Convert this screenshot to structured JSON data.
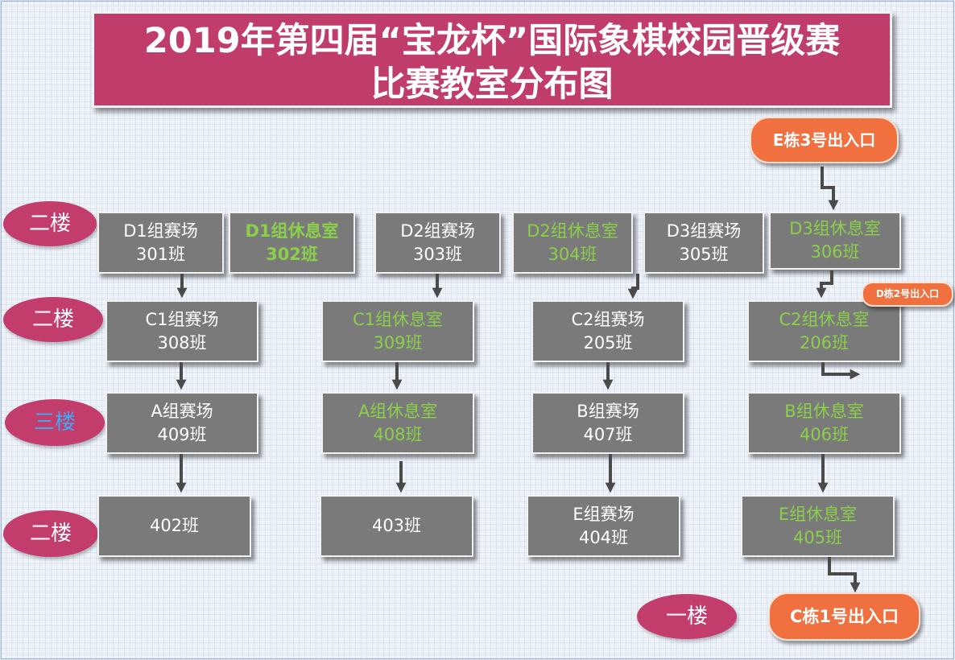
{
  "title": {
    "line1": "2019年第四届“宝龙杯”国际象棋校园晋级赛",
    "line2": "比赛教室分布图"
  },
  "floors": [
    "二楼",
    "二楼",
    "三楼",
    "二楼",
    "一楼"
  ],
  "exits": {
    "e3": "E栋3号出入口",
    "d2": "D栋2号出入口",
    "c1": "C栋1号出入口"
  },
  "rooms": {
    "d1_venue": {
      "name": "D1组赛场",
      "class": "301班"
    },
    "d1_rest": {
      "name": "D1组休息室",
      "class": "302班"
    },
    "d2_venue": {
      "name": "D2组赛场",
      "class": "303班"
    },
    "d2_rest": {
      "name": "D2组休息室",
      "class": "304班"
    },
    "d3_venue": {
      "name": "D3组赛场",
      "class": "305班"
    },
    "d3_rest": {
      "name": "D3组休息室",
      "class": "306班"
    },
    "c1_venue": {
      "name": "C1组赛场",
      "class": "308班"
    },
    "c1_rest": {
      "name": "C1组休息室",
      "class": "309班"
    },
    "c2_venue": {
      "name": "C2组赛场",
      "class": "205班"
    },
    "c2_rest": {
      "name": "C2组休息室",
      "class": "206班"
    },
    "a_venue": {
      "name": "A组赛场",
      "class": "409班"
    },
    "a_rest": {
      "name": "A组休息室",
      "class": "408班"
    },
    "b_venue": {
      "name": "B组赛场",
      "class": "407班"
    },
    "b_rest": {
      "name": "B组休息室",
      "class": "406班"
    },
    "r402": {
      "class": "402班"
    },
    "r403": {
      "class": "403班"
    },
    "e_venue": {
      "name": "E组赛场",
      "class": "404班"
    },
    "e_rest": {
      "name": "E组休息室",
      "class": "405班"
    }
  },
  "colors": {
    "title_bg": "#c03c6a",
    "floor_ellipse": "#c23d6c",
    "room_bg": "#7a7a7a",
    "rest_text": "#8bd04a",
    "exit_bg": "#f07040",
    "arrow": "#4a4a4a",
    "floor_three_text": "#3fa9f5"
  }
}
